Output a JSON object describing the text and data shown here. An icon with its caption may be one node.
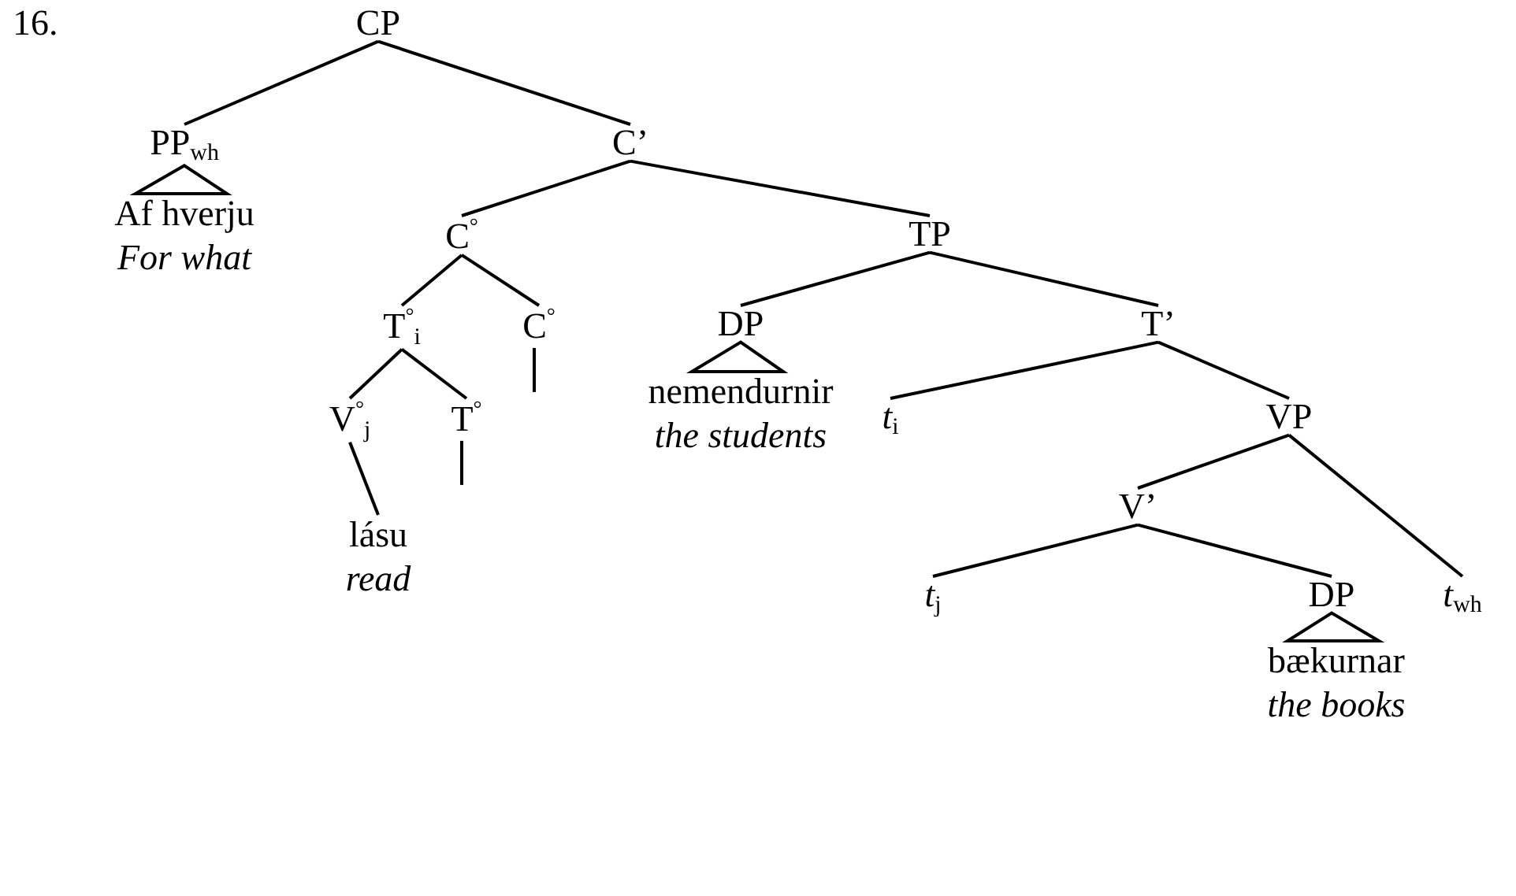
{
  "diagram": {
    "nodes": [
      {
        "text": [
          "CP"
        ]
      },
      {
        "text": [
          "PP$_{wh}$"
        ]
      },
      {
        "text": [
          "Af hverju",
          "For what"
        ]
      },
      {
        "text": [
          "C’"
        ]
      },
      {
        "text": [
          "C$^{°}$"
        ]
      },
      {
        "text": [
          "TP"
        ]
      },
      {
        "text": [
          "T$^{°}$$_{i}$"
        ]
      },
      {
        "text": [
          "C$^{°}$"
        ]
      },
      {
        "text": [
          "DP"
        ]
      },
      {
        "text": [
          "nemendurnir",
          "the students"
        ]
      },
      {
        "text": [
          "T’"
        ]
      },
      {
        "text": [
          "V$^{°}$$_{j}$"
        ]
      },
      {
        "text": [
          "T$^{°}$"
        ]
      },
      {
        "text": [
          "lásu",
          "read"
        ]
      },
      {
        "text": [
          "*t*$_{i}$"
        ]
      },
      {
        "text": [
          "VP"
        ]
      },
      {
        "text": [
          "V’"
        ]
      },
      {
        "text": [
          "*t*$_{wh}$"
        ]
      },
      {
        "text": [
          "*t*$_{j}$"
        ]
      },
      {
        "text": [
          "DP"
        ]
      },
      {
        "text": [
          "bækurnar",
          "the books"
        ]
      }
    ],
    "edges": [
      {
        "from": 0,
        "to": 1,
        "arrow": "none"
      },
      {
        "from": 0,
        "to": 3,
        "arrow": "none"
      },
      {
        "from": 1,
        "to": 2,
        "arrow": "none"
      },
      {
        "from": 3,
        "to": 4,
        "arrow": "none"
      },
      {
        "from": 3,
        "to": 5,
        "arrow": "none"
      },
      {
        "from": 4,
        "to": 6,
        "arrow": "none"
      },
      {
        "from": 4,
        "to": 7,
        "arrow": "none"
      },
      {
        "from": 6,
        "to": 11,
        "arrow": "none"
      },
      {
        "from": 6,
        "to": 12,
        "arrow": "none"
      },
      {
        "from": 7,
        "to": null,
        "arrow": "none"
      },
      {
        "from": 5,
        "to": 8,
        "arrow": "none"
      },
      {
        "from": 5,
        "to": 10,
        "arrow": "none"
      },
      {
        "from": 8,
        "to": 9,
        "arrow": "none"
      },
      {
        "from": 10,
        "to": 14,
        "arrow": "none"
      },
      {
        "from": 10,
        "to": 15,
        "arrow": "none"
      },
      {
        "from": 11,
        "to": 13,
        "arrow": "none"
      },
      {
        "from": 12,
        "to": null,
        "arrow": "none"
      },
      {
        "from": 15,
        "to": 16,
        "arrow": "none"
      },
      {
        "from": 15,
        "to": 17,
        "arrow": "none"
      },
      {
        "from": 16,
        "to": 18,
        "arrow": "none"
      },
      {
        "from": 16,
        "to": 19,
        "arrow": "none"
      },
      {
        "from": 19,
        "to": 20,
        "arrow": "none"
      }
    ],
    "labels": [
      "16."
    ]
  }
}
